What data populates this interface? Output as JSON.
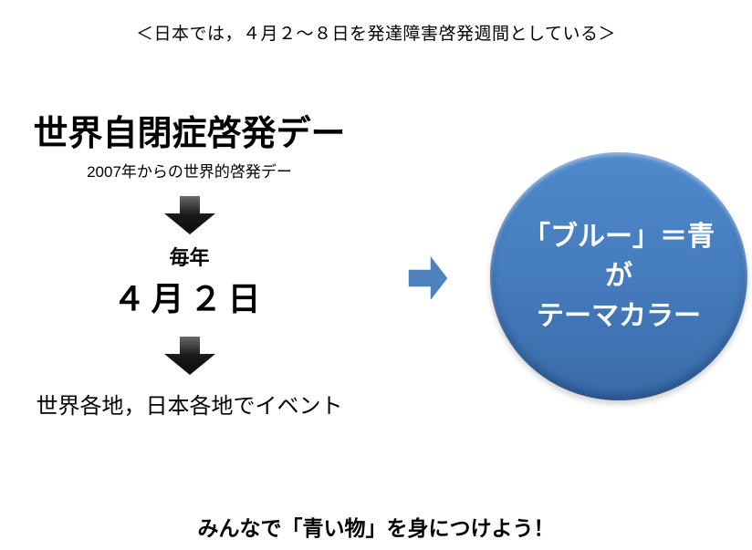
{
  "slide": {
    "background": "#ffffff"
  },
  "header": {
    "text": "＜日本では，４月２～８日を発達障害啓発週間としている＞"
  },
  "flow": {
    "title": "世界自閉症啓発デー",
    "subtitle": "2007年からの世界的啓発デー",
    "every_year": "毎年",
    "date": "４月２日",
    "events": "世界各地，日本各地でイベント"
  },
  "theme_bubble": {
    "line1": "「ブルー」＝青",
    "line2": "が",
    "line3": "テーマカラー",
    "text_color": "#ffffff",
    "fill_top": "#4f89cb",
    "fill_mid": "#467dbf",
    "fill_bottom": "#3a6ca8"
  },
  "icons": {
    "down_arrow_color": "#0d0d0d",
    "right_arrow_color": "#4f81bd"
  },
  "footer": {
    "text": "みんなで「青い物」を身につけよう！"
  }
}
